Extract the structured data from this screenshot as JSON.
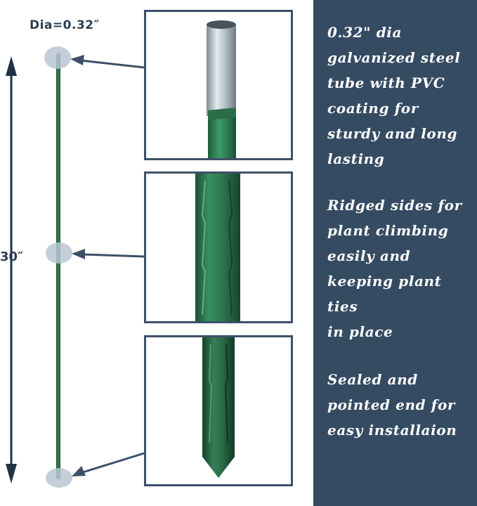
{
  "labels": {
    "diameter": "Dia=0.32″",
    "length": "30″"
  },
  "features": [
    {
      "text": "0.32\" dia\ngalvanized steel\ntube with PVC\ncoating for\nsturdy and long\nlasting"
    },
    {
      "text": "Ridged sides for\nplant climbing\neasily and\nkeeping plant ties\nin place"
    },
    {
      "text": "Sealed and\npointed end for\neasy installaion"
    }
  ],
  "colors": {
    "panel_background": "#354b62",
    "stake_green": "#2f6f45",
    "arrow": "#3d5068",
    "marker": "#b9c5d2"
  }
}
